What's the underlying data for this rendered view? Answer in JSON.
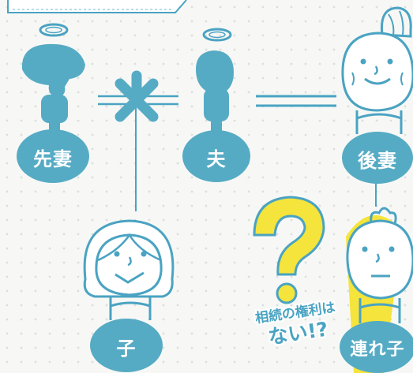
{
  "colors": {
    "accent": "#56abc4",
    "line": "#4aa3c2",
    "highlight": "#f5e43b",
    "background": "#f7f8f6"
  },
  "people": {
    "former_wife": {
      "label": "先妻"
    },
    "husband": {
      "label": "夫"
    },
    "second_wife": {
      "label": "後妻"
    },
    "child": {
      "label": "子"
    },
    "stepchild": {
      "label": "連れ子"
    }
  },
  "note": {
    "line1": "相続の権利は",
    "line2": "ない!?"
  },
  "icons": [
    "halo-icon",
    "question-mark-icon",
    "divorce-cross-icon",
    "marriage-double-line-icon"
  ]
}
